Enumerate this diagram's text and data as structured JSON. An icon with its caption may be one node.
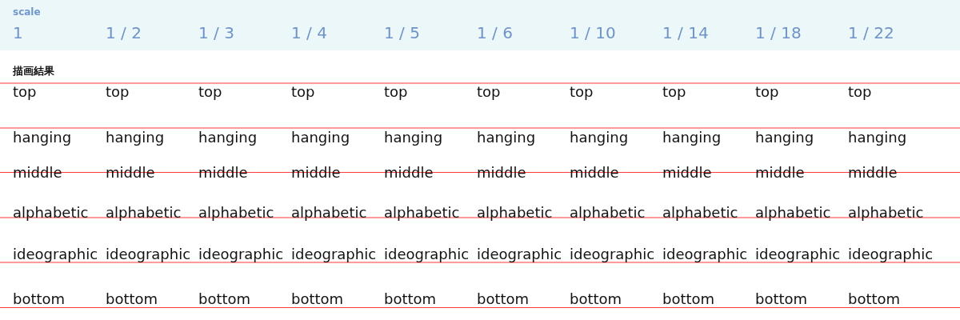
{
  "diagram": {
    "labels": [
      "scale",
      "1",
      "1 / 2",
      "1 / 3",
      "1 / 4",
      "1 / 5",
      "1 / 6",
      "1 / 10",
      "1 / 14",
      "1 / 18",
      "1 / 22",
      "描画結果",
      "top",
      "top",
      "top",
      "top",
      "top",
      "top",
      "top",
      "top",
      "top",
      "top",
      "hanging",
      "hanging",
      "hanging",
      "hanging",
      "hanging",
      "hanging",
      "hanging",
      "hanging",
      "hanging",
      "hanging",
      "middle",
      "middle",
      "middle",
      "middle",
      "middle",
      "middle",
      "middle",
      "middle",
      "middle",
      "middle",
      "alphabetic",
      "alphabetic",
      "alphabetic",
      "alphabetic",
      "alphabetic",
      "alphabetic",
      "alphabetic",
      "alphabetic",
      "alphabetic",
      "alphabetic",
      "ideographic",
      "ideographic",
      "ideographic",
      "ideographic",
      "ideographic",
      "ideographic",
      "ideographic",
      "ideographic",
      "ideographic",
      "ideographic",
      "bottom",
      "bottom",
      "bottom",
      "bottom",
      "bottom",
      "bottom",
      "bottom",
      "bottom",
      "bottom",
      "bottom"
    ]
  }
}
